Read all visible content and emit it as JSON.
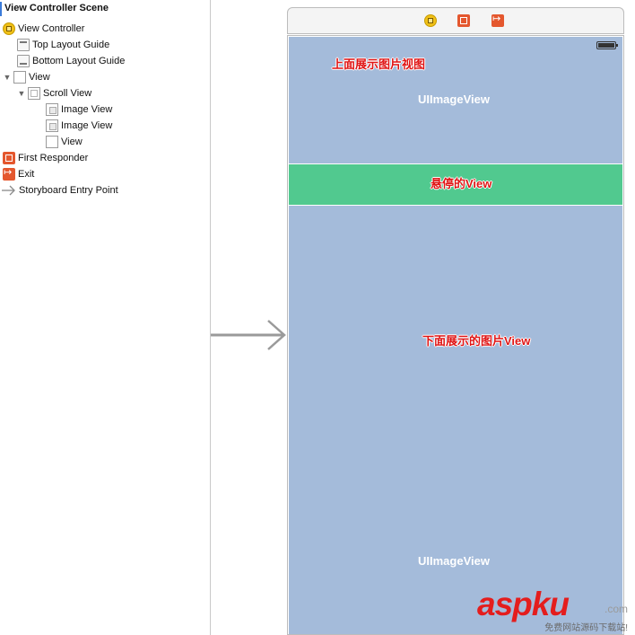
{
  "outline": {
    "scene_title": "View Controller Scene",
    "items": [
      {
        "label": "View Controller",
        "icon": "view-controller-icon"
      },
      {
        "label": "Top Layout Guide",
        "icon": "top-layout-guide-icon"
      },
      {
        "label": "Bottom Layout Guide",
        "icon": "bottom-layout-guide-icon"
      },
      {
        "label": "View",
        "icon": "view-icon"
      },
      {
        "label": "Scroll View",
        "icon": "scroll-view-icon"
      },
      {
        "label": "Image View",
        "icon": "image-view-icon"
      },
      {
        "label": "Image View",
        "icon": "image-view-icon"
      },
      {
        "label": "View",
        "icon": "view-icon"
      },
      {
        "label": "First Responder",
        "icon": "first-responder-icon"
      },
      {
        "label": "Exit",
        "icon": "exit-icon"
      },
      {
        "label": "Storyboard Entry Point",
        "icon": "entry-point-icon"
      }
    ]
  },
  "canvas": {
    "top_image_caption": "上面展示图片视图",
    "top_image_label": "UIImageView",
    "sticky_caption": "悬停的View",
    "bottom_image_caption": "下面展示的图片View",
    "bottom_image_label": "UIImageView"
  },
  "colors": {
    "image_view_bg": "#a4bbda",
    "sticky_view_bg": "#51c98f",
    "annotation_red": "#e01515"
  },
  "watermark": {
    "brand_a": "a",
    "brand_rest": "spku",
    "tld": ".com",
    "tagline": "免费网站源码下载站!"
  }
}
